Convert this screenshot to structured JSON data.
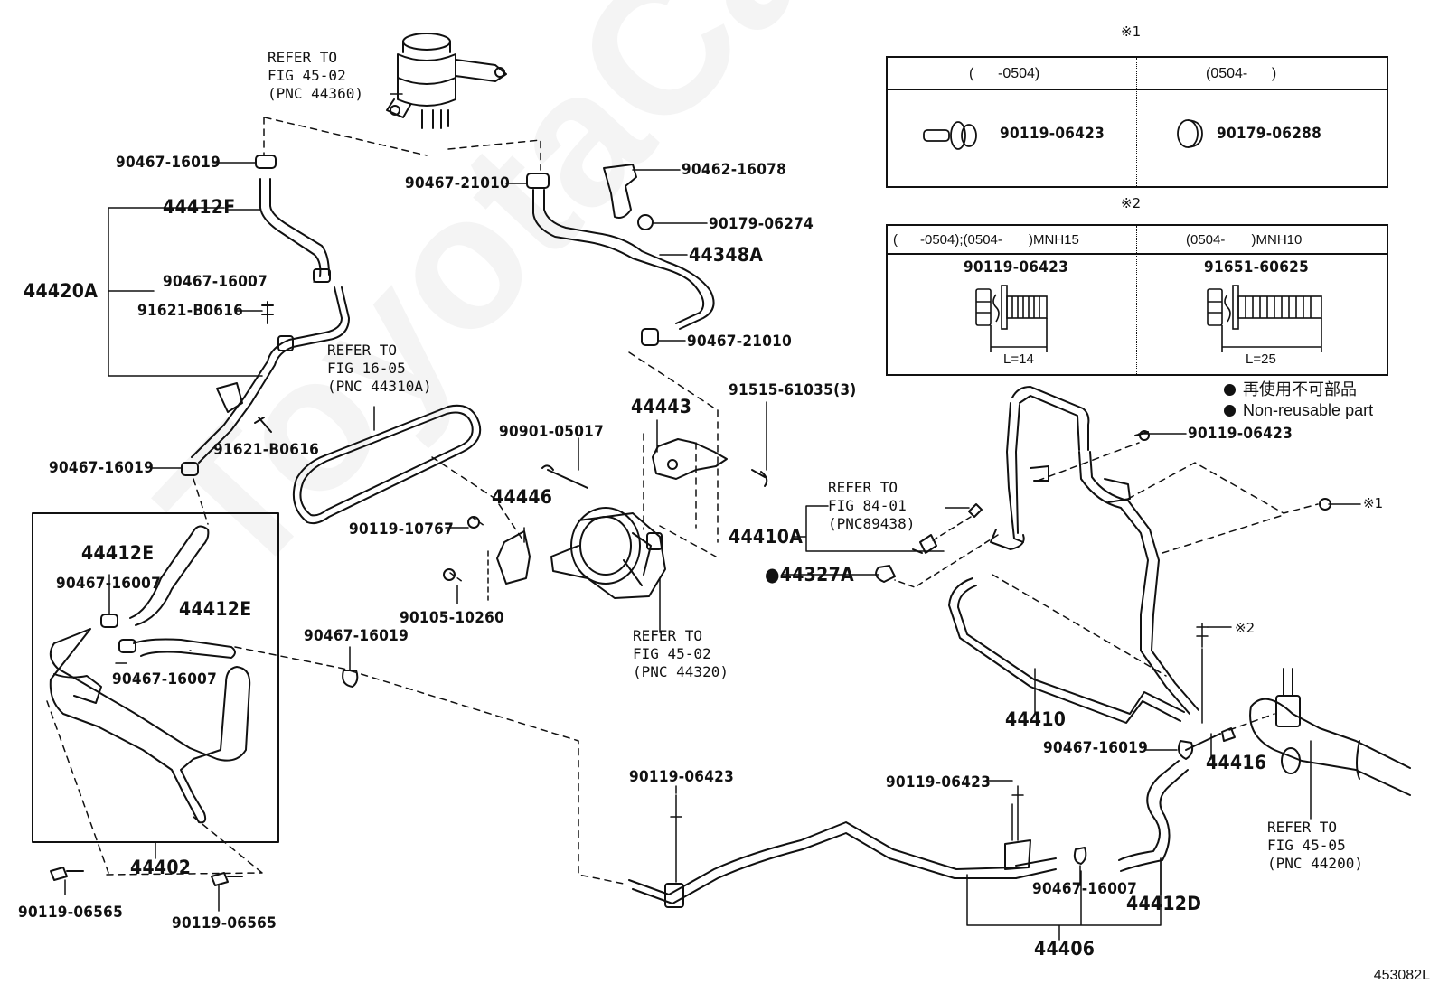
{
  "diagram": {
    "figure_id": "453082L",
    "watermark": "ToyotaCarMir.ru",
    "legend": {
      "non_reusable_jp": "再使用不可部品",
      "non_reusable_en": "Non-reusable part"
    },
    "table1": {
      "marker": "※1",
      "col1_header": "(      -0504)",
      "col2_header": "(0504-      )",
      "col1_part": "90119-06423",
      "col2_part": "90179-06288"
    },
    "table2": {
      "marker": "※2",
      "col1_header": "(      -0504);(0504-       )MNH15",
      "col2_header": "(0504-       )MNH10",
      "col1_part": "90119-06423",
      "col2_part": "91651-60625",
      "col1_length": "L=14",
      "col2_length": "L=25"
    },
    "references": {
      "reservoir": "REFER TO\nFIG 45-02\n(PNC 44360)",
      "belt": "REFER TO\nFIG 16-05\n(PNC 44310A)",
      "pump": "REFER TO\nFIG 45-02\n(PNC 44320)",
      "switch": "REFER TO\nFIG 84-01\n(PNC89438)",
      "gear": "REFER TO\nFIG 45-05\n(PNC 44200)"
    },
    "labels": {
      "l_90467_16019_a": "90467-16019",
      "l_44412F": "44412F",
      "l_44420A": "44420A",
      "l_90467_16007_a": "90467-16007",
      "l_91621_B0616_a": "91621-B0616",
      "l_91621_B0616_b": "91621-B0616",
      "l_90467_16019_b": "90467-16019",
      "l_90467_21010_a": "90467-21010",
      "l_90462_16078": "90462-16078",
      "l_90179_06274": "90179-06274",
      "l_44348A": "44348A",
      "l_90467_21010_b": "90467-21010",
      "l_44443": "44443",
      "l_91515_61035": "91515-61035(3)",
      "l_90901_05017": "90901-05017",
      "l_44446": "44446",
      "l_90119_10767": "90119-10767",
      "l_90105_10260": "90105-10260",
      "l_44410A": "44410A",
      "l_44327A": "●44327A",
      "l_44412E_a": "44412E",
      "l_90467_16007_b": "90467-16007",
      "l_44412E_b": "44412E",
      "l_90467_16007_c": "90467-16007",
      "l_90467_16019_c": "90467-16019",
      "l_44402": "44402",
      "l_90119_06565_a": "90119-06565",
      "l_90119_06565_b": "90119-06565",
      "l_90119_06423_a": "90119-06423",
      "l_90119_06423_b": "90119-06423",
      "l_90119_06423_c": "90119-06423",
      "l_mark1": "※1",
      "l_mark2": "※2",
      "l_44410": "44410",
      "l_90467_16019_d": "90467-16019",
      "l_44416": "44416",
      "l_90467_16007_d": "90467-16007",
      "l_44412D": "44412D",
      "l_44406": "44406"
    }
  }
}
